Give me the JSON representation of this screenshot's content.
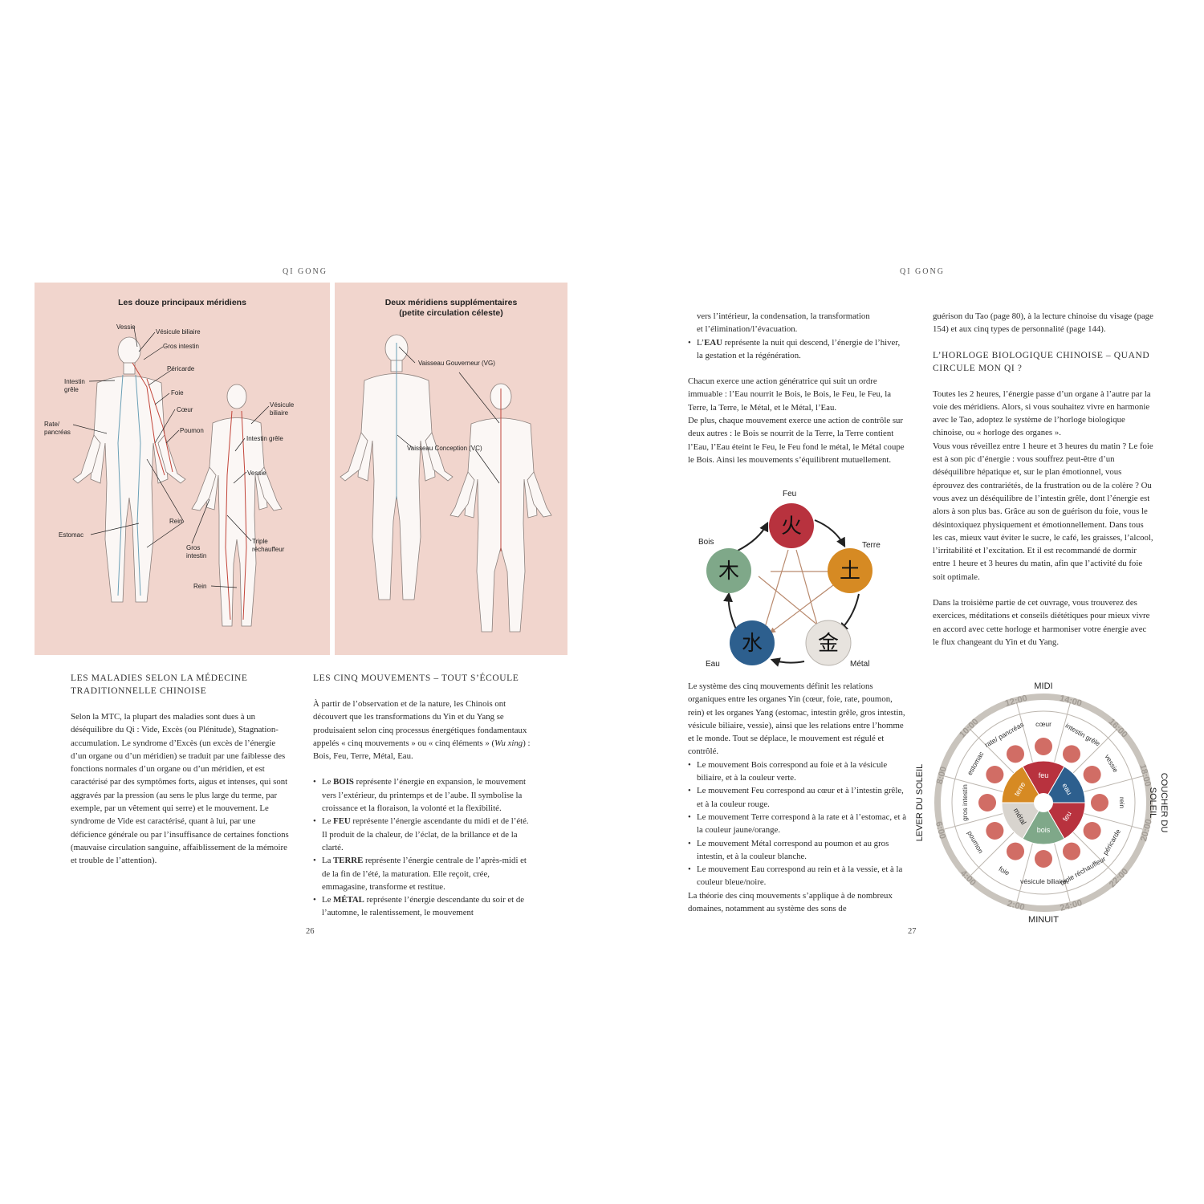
{
  "left_page": {
    "running_head": "QI GONG",
    "panel_left": {
      "title": "Les douze principaux méridiens",
      "labels": {
        "vessie": "Vessie",
        "vesicule_biliaire": "Vésicule biliaire",
        "gros_intestin": "Gros intestin",
        "pericarde": "Péricarde",
        "intestin_grele_1": "Intestin",
        "intestin_grele_2": "grêle",
        "foie": "Foie",
        "coeur": "Cœur",
        "rate_1": "Rate/",
        "rate_2": "pancréas",
        "poumon": "Poumon",
        "vesicule2_1": "Vésicule",
        "vesicule2_2": "biliaire",
        "intestin_grele_back": "Intestin grêle",
        "vessie_back": "Vessie",
        "estomac": "Estomac",
        "rein": "Rein",
        "gros_int_back_1": "Gros",
        "gros_int_back_2": "intestin",
        "triple_1": "Triple",
        "triple_2": "réchauffeur",
        "rein_back": "Rein"
      }
    },
    "panel_right": {
      "title_line1": "Deux méridiens supplémentaires",
      "title_line2": "(petite circulation céleste)",
      "label_vg": "Vaisseau Gouverneur (VG)",
      "label_vc": "Vaisseau Conception (VC)"
    },
    "col1": {
      "heading_1": "LES MALADIES SELON LA MÉDECINE",
      "heading_2": "TRADITIONNELLE CHINOISE",
      "paragraph": "Selon la MTC, la plupart des maladies sont dues à un déséquilibre du Qi : Vide, Excès (ou Plénitude), Stagnation-accumulation. Le syndrome d’Excès (un excès de l’énergie d’un organe ou d’un méridien) se traduit par une faiblesse des fonctions normales d’un organe ou d’un méridien, et est caractérisé par des symptômes forts, aigus et intenses, qui sont aggravés par la pression (au sens le plus large du terme, par exemple, par un vêtement qui serre) et le mouvement. Le syndrome de Vide est caractérisé, quant à lui, par une déficience générale ou par l’insuffisance de certaines fonctions (mauvaise circulation sanguine, affaiblissement de la mémoire et trouble de l’attention)."
    },
    "col2": {
      "heading": "LES CINQ MOUVEMENTS – TOUT S’ÉCOULE",
      "intro_1": "À partir de l’observation et de la nature, les Chinois ont découvert que les transformations du Yin et du Yang se produisaient selon cinq processus énergétiques fondamentaux appelés « cinq mouvements » ou « cinq éléments » (",
      "intro_italic": "Wu xing",
      "intro_2": ") : Bois, Feu, Terre, Métal, Eau.",
      "bullets": [
        {
          "pre": "Le ",
          "key": "BOIS",
          "text": " représente l’énergie en expansion, le mouvement vers l’extérieur, du printemps et de l’aube. Il symbolise la croissance et la floraison, la volonté et la flexibilité."
        },
        {
          "pre": "Le ",
          "key": "FEU",
          "text": " représente l’énergie ascendante du midi et de l’été. Il produit de la chaleur, de l’éclat, de la brillance et de la clarté."
        },
        {
          "pre": "La ",
          "key": "TERRE",
          "text": " représente l’énergie centrale de l’après-midi et de la fin de l’été, la maturation. Elle reçoit, crée, emmagasine, transforme et restitue."
        },
        {
          "pre": "Le ",
          "key": "MÉTAL",
          "text": " représente l’énergie descendante du soir et de l’automne, le ralentissement, le mouvement"
        }
      ]
    },
    "folio": "26"
  },
  "right_page": {
    "running_head": "QI GONG",
    "col1": {
      "cont_line1": "vers l’intérieur, la condensation, la transformation",
      "cont_line2": "et l’élimination/l’évacuation.",
      "eau_pre": "L’",
      "eau_key": "EAU",
      "eau_text": " représente la nuit qui descend, l’énergie de l’hiver, la gestation et la régénération.",
      "para2": "Chacun exerce une action génératrice qui suit un ordre immuable : l’Eau nourrit le Bois, le Bois, le Feu, le Feu, la Terre, la Terre, le Métal, et le Métal, l’Eau.",
      "para3": "De plus, chaque mouvement exerce une action de contrôle sur deux autres : le Bois se nourrit de la Terre, la Terre contient l’Eau, l’Eau éteint le Feu, le Feu fond le métal, le Métal coupe le Bois. Ainsi les mouvements s’équilibrent mutuellement.",
      "para4": "Le système des cinq mouvements définit les relations organiques entre les organes Yin (cœur, foie, rate, poumon, rein) et les organes Yang (estomac, intestin grêle, gros intestin, vésicule biliaire, vessie), ainsi que les relations entre l’homme et le monde. Tout se déplace, le mouvement est régulé et contrôlé.",
      "bullets": [
        "Le mouvement Bois correspond au foie et à la vésicule biliaire, et à la couleur verte.",
        "Le mouvement Feu correspond au cœur et à l’intestin grêle, et à la couleur rouge.",
        "Le mouvement Terre correspond à la rate et à l’estomac, et à la couleur jaune/orange.",
        "Le mouvement Métal correspond au poumon et au gros intestin, et à la couleur blanche.",
        "Le mouvement Eau correspond au rein et à la vessie, et à la couleur bleue/noire."
      ],
      "para5": "La théorie des cinq mouvements s’applique à de nombreux domaines, notamment au système des sons de"
    },
    "five_elements": {
      "feu": {
        "label": "Feu",
        "glyph": "火",
        "color": "#b8323e"
      },
      "terre": {
        "label": "Terre",
        "glyph": "土",
        "color": "#d68a23"
      },
      "metal": {
        "label": "Métal",
        "glyph": "金",
        "color": "#e7e3de"
      },
      "eau": {
        "label": "Eau",
        "glyph": "水",
        "color": "#2d5f8e"
      },
      "bois": {
        "label": "Bois",
        "glyph": "木",
        "color": "#7fa889"
      }
    },
    "col2": {
      "cont": "guérison du Tao (page 80), à la lecture chinoise du visage (page 154) et aux cinq types de personnalité (page 144).",
      "heading_1": "L’HORLOGE BIOLOGIQUE CHINOISE – QUAND",
      "heading_2": "CIRCULE MON QI ?",
      "para1": "Toutes les 2 heures, l’énergie passe d’un organe à l’autre par la voie des méridiens. Alors, si vous souhaitez vivre en harmonie avec le Tao, adoptez le système de l’horloge biologique chinoise, ou « horloge des organes ».",
      "para2": "Vous vous réveillez entre 1 heure et 3 heures du matin ? Le foie est à son pic d’énergie : vous souffrez peut-être d’un déséquilibre hépatique et, sur le plan émotionnel, vous éprouvez des contrariétés, de la frustration ou de la colère ? Ou vous avez un déséquilibre de l’intestin grêle, dont l’énergie est alors à son plus bas. Grâce au son de guérison du foie, vous le désintoxiquez physiquement et émotionnellement. Dans tous les cas, mieux vaut éviter le sucre, le café, les graisses, l’alcool, l’irritabilité et l’excitation. Et il est recommandé de dormir entre 1 heure et 3 heures du matin, afin que l’activité du foie soit optimale.",
      "para3": "Dans la troisième partie de cet ouvrage, vous trouverez des exercices, méditations et conseils diététiques pour mieux vivre en accord avec cette horloge et harmoniser votre énergie avec le flux changeant du Yin et du Yang."
    },
    "organ_clock": {
      "top": "MIDI",
      "bottom": "MINUIT",
      "left": "LEVER DU SOLEIL",
      "right_1": "COUCHER DU",
      "right_2": "SOLEIL",
      "times": [
        "12:00",
        "14:00",
        "16:00",
        "18:00",
        "20:00",
        "22:00",
        "24:00",
        "2:00",
        "4:00",
        "6:00",
        "8:00",
        "10:00"
      ],
      "organs": [
        "cœur",
        "intestin grêle",
        "vessie",
        "rein",
        "péricarde",
        "triple réchauffeur",
        "vésicule biliaire",
        "foie",
        "poumon",
        "gros intestin",
        "estomac",
        "rate/ pancréas"
      ],
      "center": [
        "feu",
        "eau",
        "feu",
        "bois",
        "métal",
        "terre"
      ],
      "center_colors": [
        "#b8323e",
        "#2d5f8e",
        "#b8323e",
        "#7fa889",
        "#d8d4ce",
        "#d68a23"
      ],
      "ring_color": "#c9c4bd"
    },
    "folio": "27"
  }
}
